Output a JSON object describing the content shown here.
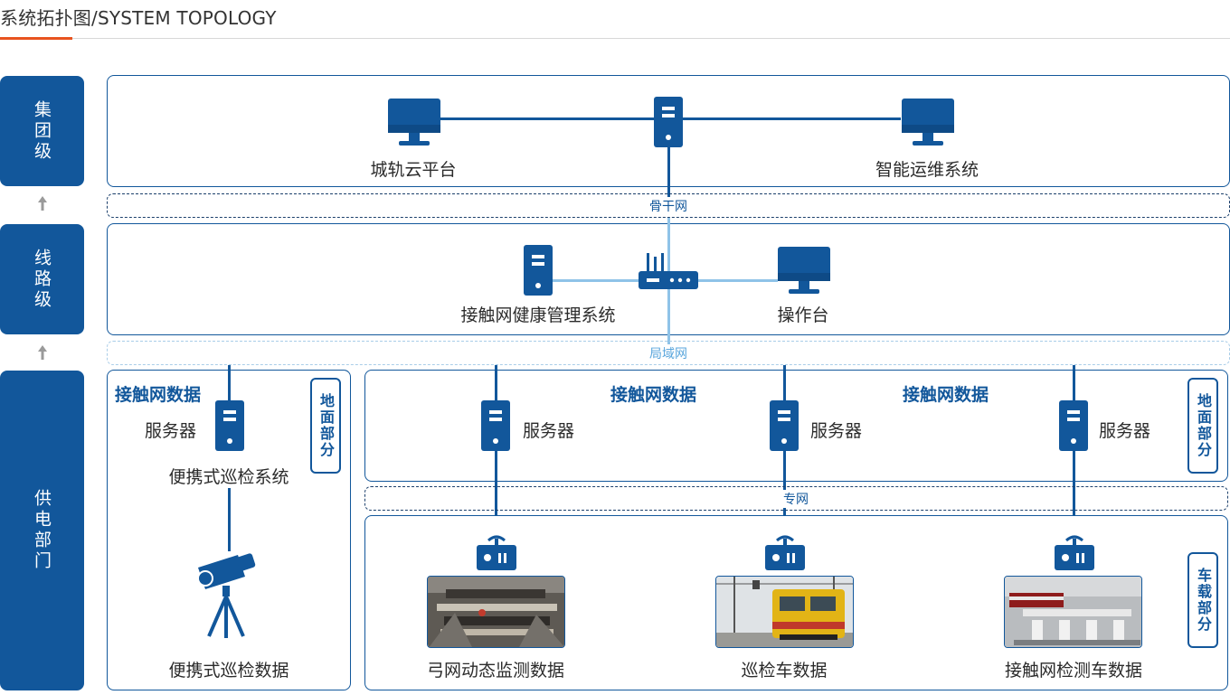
{
  "header": {
    "title": "系统拓扑图/SYSTEM TOPOLOGY"
  },
  "tiers": {
    "group": "集团级",
    "line": "线路级",
    "power": "供电部门"
  },
  "networks": {
    "backbone": "骨干网",
    "lan": "局域网",
    "private": "专网"
  },
  "group_level": {
    "cloud_platform": "城轨云平台",
    "smart_om": "智能运维系统"
  },
  "line_level": {
    "health_system": "接触网健康管理系统",
    "console": "操作台"
  },
  "power_level": {
    "left": {
      "data_title": "接触网数据",
      "server": "服务器",
      "system": "便携式巡检系统",
      "camera_data": "便携式巡检数据",
      "ground_badge": "地面部分"
    },
    "right_ground": {
      "data_title_1": "接触网数据",
      "data_title_2": "接触网数据",
      "server_1": "服务器",
      "server_2": "服务器",
      "server_3": "服务器",
      "ground_badge": "地面部分"
    },
    "vehicle": {
      "pantograph": "弓网动态监测数据",
      "inspection_car": "巡检车数据",
      "detection_car": "接触网检测车数据",
      "vehicle_badge": "车载部分"
    }
  },
  "colors": {
    "primary": "#12579b",
    "accent": "#e8531f",
    "light_line": "#8fc3e8"
  },
  "icons": [
    "monitor-icon",
    "server-icon",
    "router-icon",
    "camera-tripod-icon",
    "wireless-device-icon"
  ]
}
